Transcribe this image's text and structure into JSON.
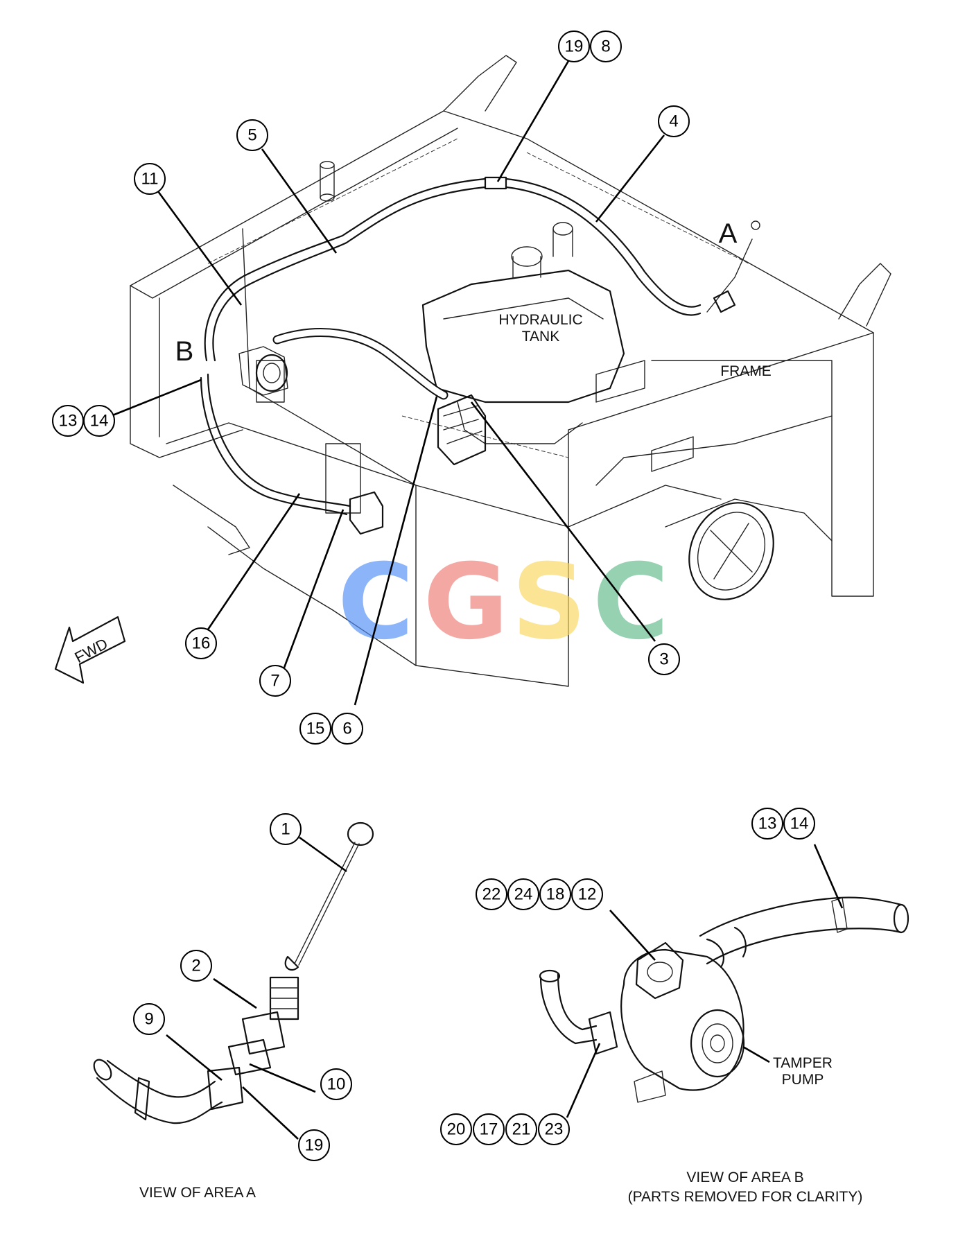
{
  "view_labels": {
    "area_a_letter": "A",
    "area_b_letter": "B",
    "fwd": "FWD",
    "hydraulic_tank_line1": "HYDRAULIC",
    "hydraulic_tank_line2": "TANK",
    "frame": "FRAME",
    "tamper_pump_line1": "TAMPER",
    "tamper_pump_line2": "PUMP"
  },
  "captions": {
    "area_a": "VIEW OF AREA A",
    "area_b_line1": "VIEW OF AREA B",
    "area_b_line2": "(PARTS REMOVED FOR CLARITY)"
  },
  "watermark": {
    "letters": [
      "C",
      "G",
      "S",
      "C"
    ],
    "colors": [
      "#4f8ff7",
      "#ef7b73",
      "#fbd65e",
      "#5fb98a"
    ]
  },
  "callouts": {
    "c19_top": "19",
    "c8": "8",
    "c4": "4",
    "c5": "5",
    "c11": "11",
    "c13_main": "13",
    "c14_main": "14",
    "c16": "16",
    "c7": "7",
    "c15": "15",
    "c6": "6",
    "c3": "3",
    "c1": "1",
    "c2": "2",
    "c9": "9",
    "c10": "10",
    "c19_a": "19",
    "c13_b": "13",
    "c14_b": "14",
    "c22": "22",
    "c24": "24",
    "c18": "18",
    "c12": "12",
    "c20": "20",
    "c17": "17",
    "c21": "21",
    "c23": "23"
  }
}
